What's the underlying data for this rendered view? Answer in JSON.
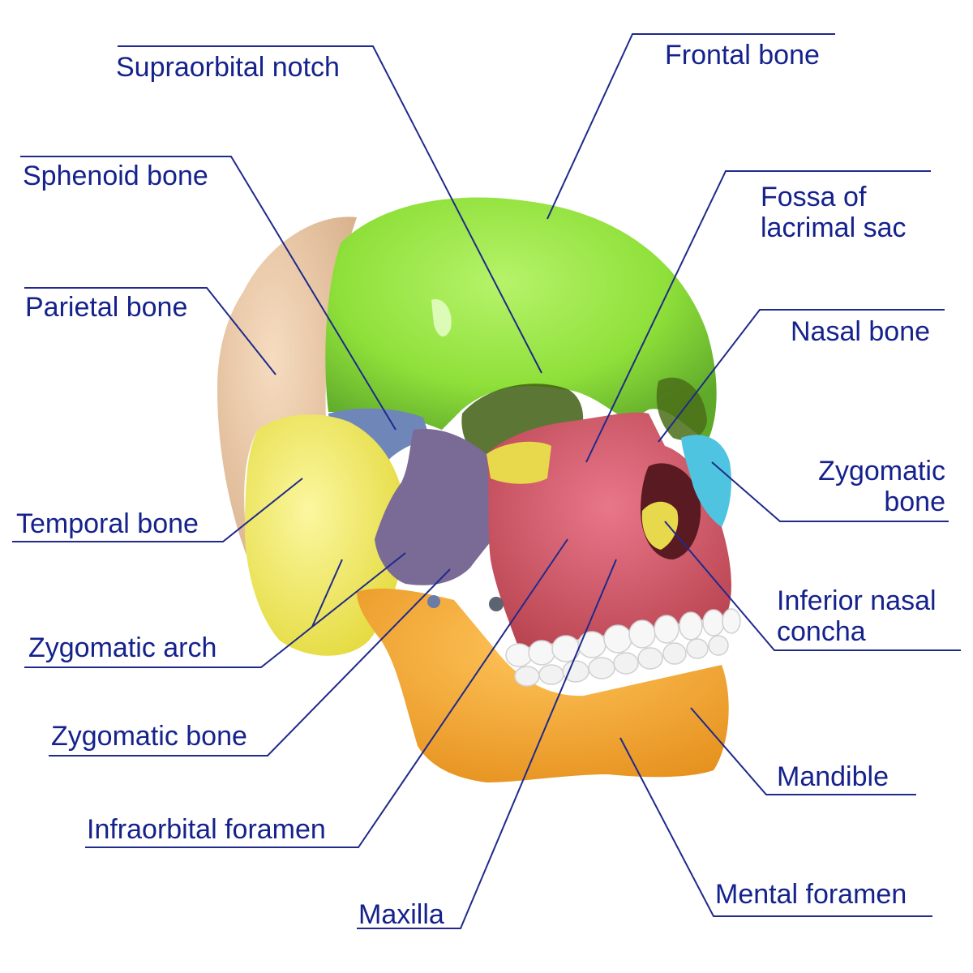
{
  "labels": {
    "supraorbital_notch": "Supraorbital notch",
    "frontal_bone": "Frontal bone",
    "sphenoid_bone": "Sphenoid bone",
    "fossa_lacrimal_line1": "Fossa of",
    "fossa_lacrimal_line2": "lacrimal sac",
    "parietal_bone": "Parietal bone",
    "nasal_bone": "Nasal bone",
    "zygomatic_bone_right_line1": "Zygomatic",
    "zygomatic_bone_right_line2": "bone",
    "temporal_bone": "Temporal bone",
    "inferior_nasal_concha_line1": "Inferior nasal",
    "inferior_nasal_concha_line2": "concha",
    "zygomatic_arch": "Zygomatic arch",
    "zygomatic_bone_left": "Zygomatic bone",
    "mandible": "Mandible",
    "infraorbital_foramen": "Infraorbital foramen",
    "mental_foramen": "Mental foramen",
    "maxilla": "Maxilla"
  },
  "colors": {
    "label_text": "#15228c",
    "leader_line": "#1f2a8a",
    "frontal": "#8fe03a",
    "parietal": "#e9c9a8",
    "temporal": "#f3ee5a",
    "sphenoid": "#6f86b8",
    "zygomatic_left": "#7a6a96",
    "maxilla": "#d8596f",
    "zygomatic_right": "#4fc4e0",
    "mandible": "#f4a52f",
    "teeth": "#f7f7f7",
    "orbit_shadow": "#3f5e12",
    "concha": "#e7d84c"
  }
}
